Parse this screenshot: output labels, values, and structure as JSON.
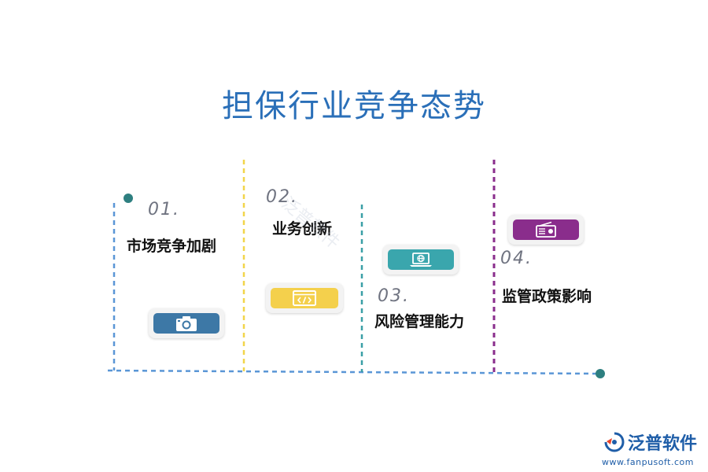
{
  "title": "担保行业竞争态势",
  "items": [
    {
      "num": "01.",
      "label": "市场竞争加剧",
      "icon": "camera-icon",
      "color": "#3d78a6",
      "line_color": "#5a96d6"
    },
    {
      "num": "02.",
      "label": "业务创新",
      "icon": "code-window-icon",
      "color": "#f4d04c",
      "line_color": "#f2d54a"
    },
    {
      "num": "03.",
      "label": "风险管理能力",
      "icon": "laptop-globe-icon",
      "color": "#3aa6ad",
      "line_color": "#3a9fa6"
    },
    {
      "num": "04.",
      "label": "监管政策影响",
      "icon": "radio-icon",
      "color": "#8a2d8c",
      "line_color": "#8a2d8c"
    }
  ],
  "baseline_color": "#5a96d6",
  "endpoint_color": "#2e7f80",
  "watermark": "泛普软件",
  "brand": {
    "name": "泛普软件",
    "url": "www.fanpusoft.com"
  }
}
